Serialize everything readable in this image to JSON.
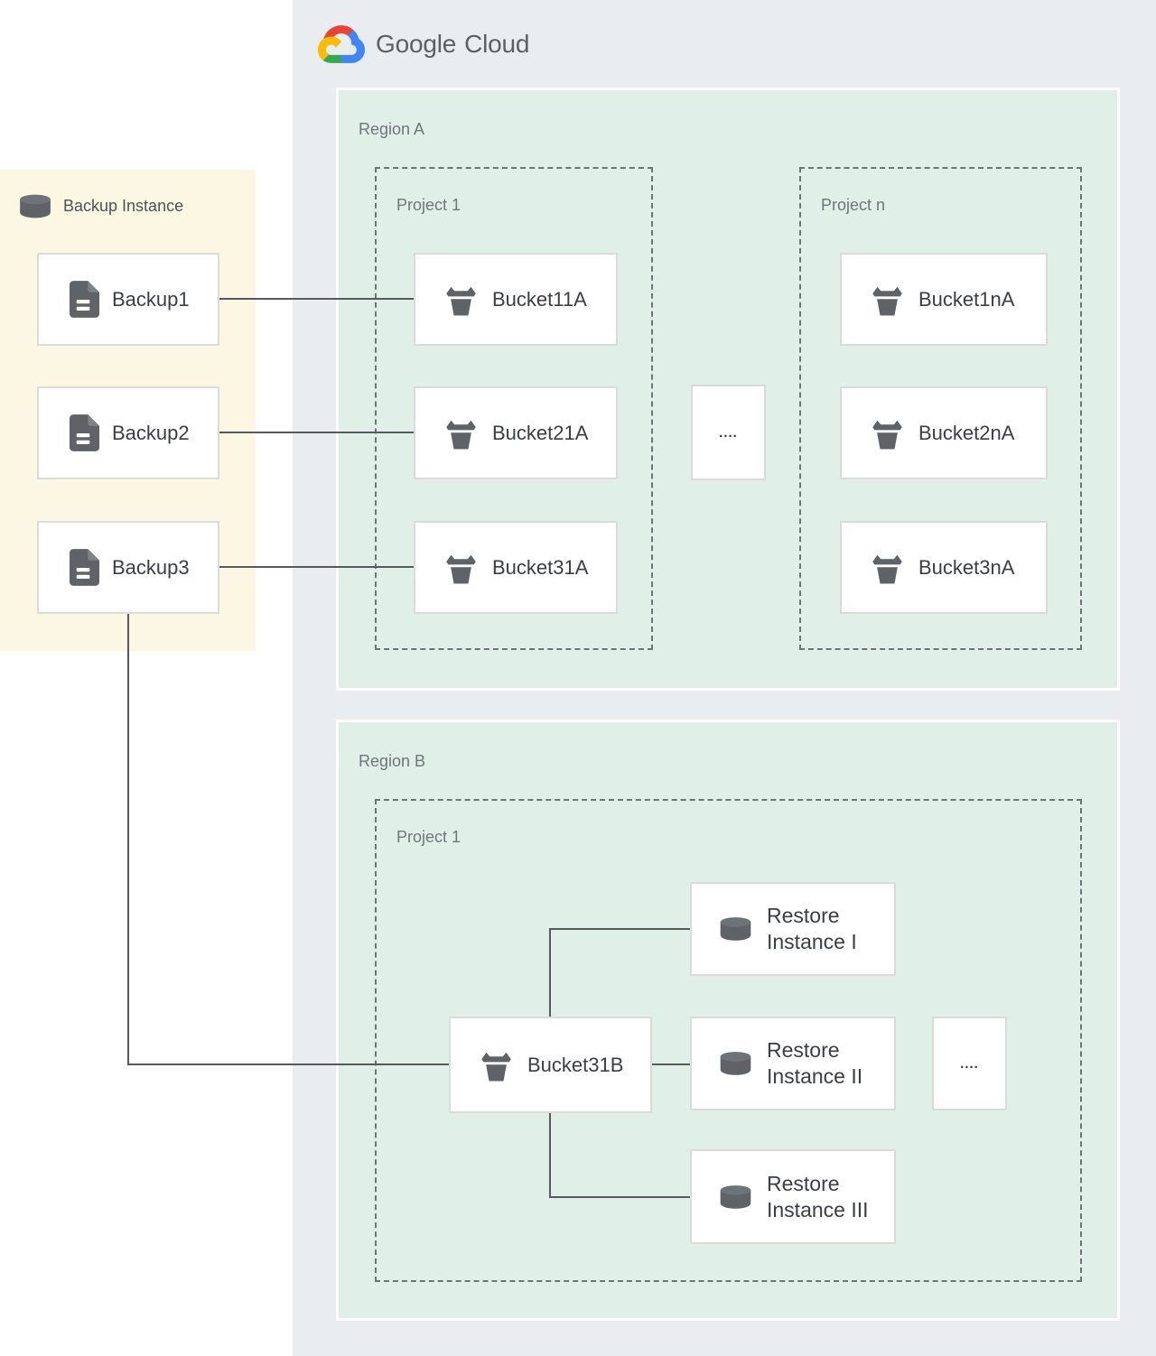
{
  "logo": {
    "google": "Google",
    "cloud": "Cloud"
  },
  "backup_panel": {
    "title": "Backup Instance",
    "items": [
      {
        "label": "Backup1"
      },
      {
        "label": "Backup2"
      },
      {
        "label": "Backup3"
      }
    ]
  },
  "region_a": {
    "label": "Region A",
    "ellipsis": "....",
    "projects": [
      {
        "label": "Project 1",
        "buckets": [
          {
            "label": "Bucket11A"
          },
          {
            "label": "Bucket21A"
          },
          {
            "label": "Bucket31A"
          }
        ]
      },
      {
        "label": "Project n",
        "buckets": [
          {
            "label": "Bucket1nA"
          },
          {
            "label": "Bucket2nA"
          },
          {
            "label": "Bucket3nA"
          }
        ]
      }
    ]
  },
  "region_b": {
    "label": "Region B",
    "ellipsis": "....",
    "project": {
      "label": "Project 1",
      "bucket": {
        "label": "Bucket31B"
      },
      "restores": [
        {
          "line1": "Restore",
          "line2": "Instance I"
        },
        {
          "line1": "Restore",
          "line2": "Instance II"
        },
        {
          "line1": "Restore",
          "line2": "Instance III"
        }
      ]
    }
  },
  "colors": {
    "cloud_panel_bg": "#e9edf0",
    "region_bg": "#e0efe7",
    "backup_panel_bg": "#fcf7e2",
    "box_border": "#d9dbdd",
    "connector_line": "#56595d",
    "icon_gray": "#5f6368",
    "logo_red": "#ea4335",
    "logo_blue": "#4285f4",
    "logo_green": "#34a853",
    "logo_yellow": "#fbbc05"
  }
}
